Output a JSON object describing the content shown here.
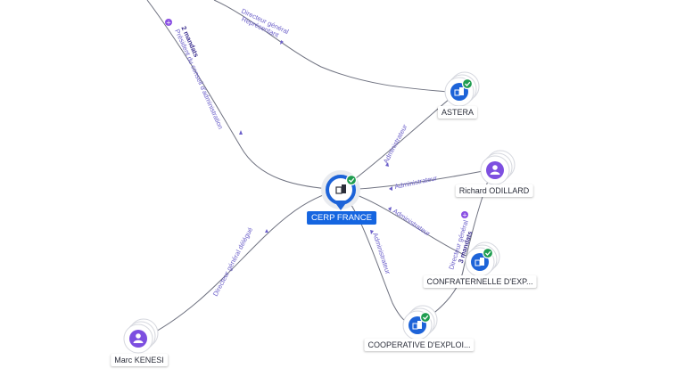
{
  "nodes": {
    "center": {
      "label": "CERP FRANCE",
      "icon": "company-building-icon",
      "verified": true
    },
    "astera": {
      "label": "ASTERA",
      "icon": "company-building-icon",
      "verified": true
    },
    "richard": {
      "label": "Richard ODILLARD",
      "icon": "person-icon"
    },
    "confraternelle": {
      "label": "CONFRATERNELLE D'EXP...",
      "icon": "company-building-icon",
      "verified": true
    },
    "cooperative": {
      "label": "COOPERATIVE D'EXPLOI...",
      "icon": "company-building-icon",
      "verified": true
    },
    "marc": {
      "label": "Marc KENESI",
      "icon": "person-icon"
    }
  },
  "edges": {
    "president": {
      "label": "Président du conseil d'administration",
      "count": "2 mandats"
    },
    "dg_top": {
      "label": "Directeur général",
      "sub": "Représentant"
    },
    "astera_admin": {
      "label": "Administrateur"
    },
    "richard_admin": {
      "label": "Administrateur"
    },
    "confra_admin": {
      "label": "Administrateur"
    },
    "richard_dg": {
      "label": "Directeur général",
      "count": "3 mandats"
    },
    "coop_admin": {
      "label": "Administrateur"
    },
    "marc_dgd": {
      "label": "Directeur général délégué"
    }
  },
  "colors": {
    "company": "#1d63d8",
    "person": "#7d4fe0",
    "center_label_bg": "#1565e0",
    "verified": "#1f9d50",
    "edge_label": "#6b5fc9"
  }
}
